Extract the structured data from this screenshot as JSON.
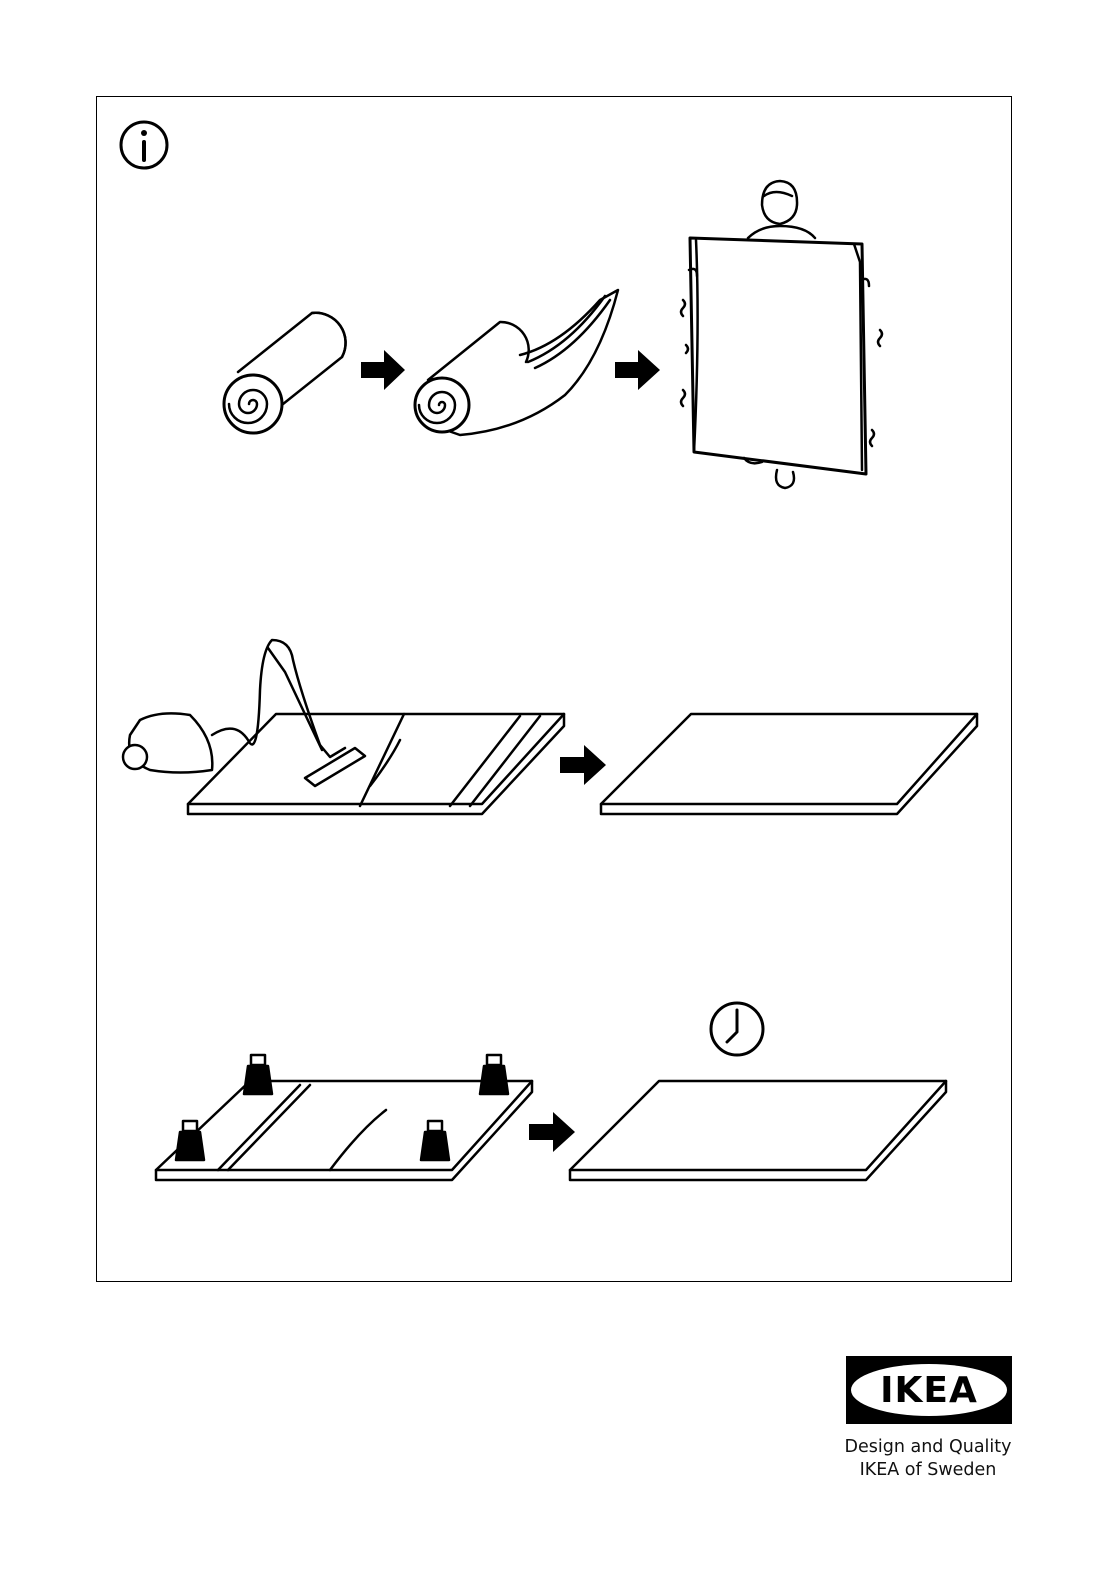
{
  "colors": {
    "ink": "#000000",
    "paper": "#ffffff",
    "logo_bg": "#000000"
  },
  "icons": {
    "info": "info-circle-icon",
    "arrow": "right-arrow-icon",
    "clock": "clock-icon"
  },
  "logo": {
    "text": "IKEA"
  },
  "tagline": {
    "line1": "Design and Quality",
    "line2": "IKEA of Sweden"
  }
}
